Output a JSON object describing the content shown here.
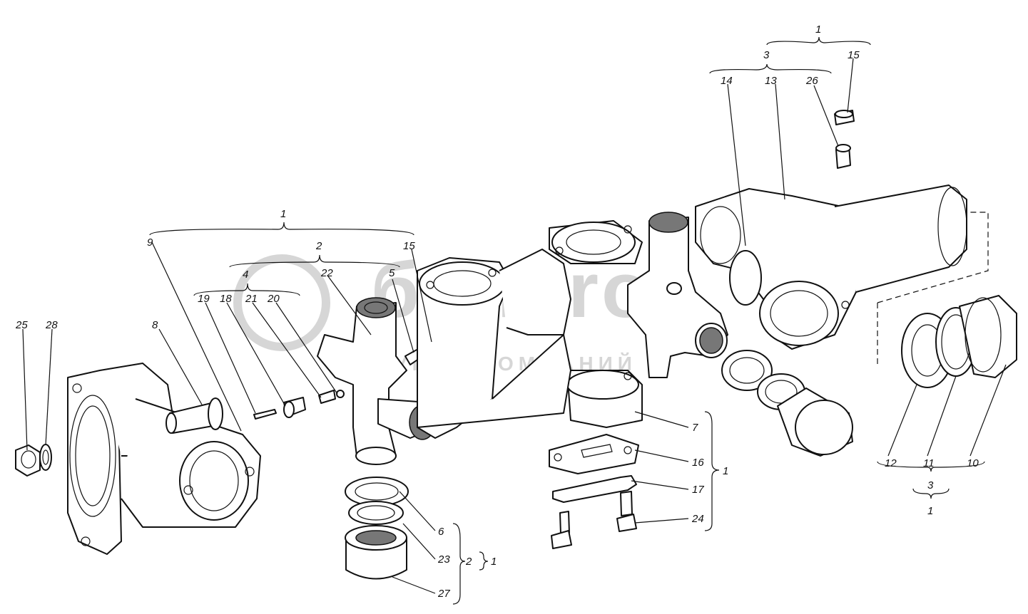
{
  "watermark": {
    "brand": "белаrо",
    "tagline": "ГРУППА КОМПАНИЙ"
  },
  "labels": {
    "n1_top": "1",
    "n3_top": "3",
    "n15_top": "15",
    "n14": "14",
    "n13": "13",
    "n26": "26",
    "n1_left": "1",
    "n2_left": "2",
    "n15_left": "15",
    "n9": "9",
    "n4": "4",
    "n22": "22",
    "n5": "5",
    "n19": "19",
    "n18": "18",
    "n21": "21",
    "n20": "20",
    "n25": "25",
    "n28": "28",
    "n8": "8",
    "n7": "7",
    "n16": "16",
    "n17": "17",
    "n24": "24",
    "n1_mid": "1",
    "n6": "6",
    "n23": "23",
    "n27": "27",
    "n2_bot": "2",
    "n1_bot": "1",
    "n12": "12",
    "n11": "11",
    "n10": "10",
    "n3_right": "3",
    "n1_right": "1"
  }
}
